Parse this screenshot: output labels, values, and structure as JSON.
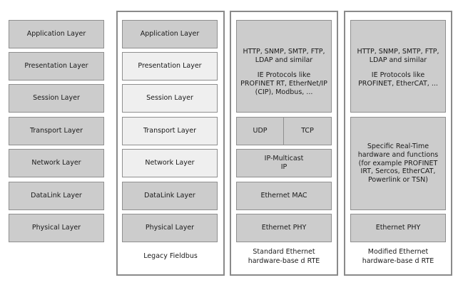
{
  "osi_layers": [
    "Application Layer",
    "Presentation Layer",
    "Session Layer",
    "Transport Layer",
    "Network Layer",
    "DataLink Layer",
    "Physical Layer"
  ],
  "legacy_fieldbus": {
    "layers": [
      "Application Layer",
      "Presentation Layer",
      "Session Layer",
      "Transport Layer",
      "Network Layer",
      "DataLink Layer",
      "Physical Layer"
    ],
    "caption": "Legacy Fieldbus"
  },
  "standard_ethernet": {
    "protocols": "HTTP, SNMP, SMTP, FTP,\nLDAP and similar",
    "ie_protocols": "IE Protocols like\nPROFINET RT, EtherNet/IP\n(CIP), Modbus, ...",
    "udp": "UDP",
    "tcp": "TCP",
    "ip": "IP-Multicast\nIP",
    "mac": "Ethernet MAC",
    "phy": "Ethernet PHY",
    "caption": "Standard Ethernet\nhardware-base d RTE"
  },
  "modified_ethernet": {
    "protocols": "HTTP, SNMP, SMTP, FTP,\nLDAP and similar",
    "ie_protocols": "IE Protocols like\nPROFINET, EtherCAT, ...",
    "realtime": "Specific Real-Time\nhardware and functions\n(for example PROFINET\nIRT, Sercos, EtherCAT,\nPowerlink or TSN)",
    "phy": "Ethernet PHY",
    "caption": "Modified Ethernet\nhardware-base d RTE"
  }
}
